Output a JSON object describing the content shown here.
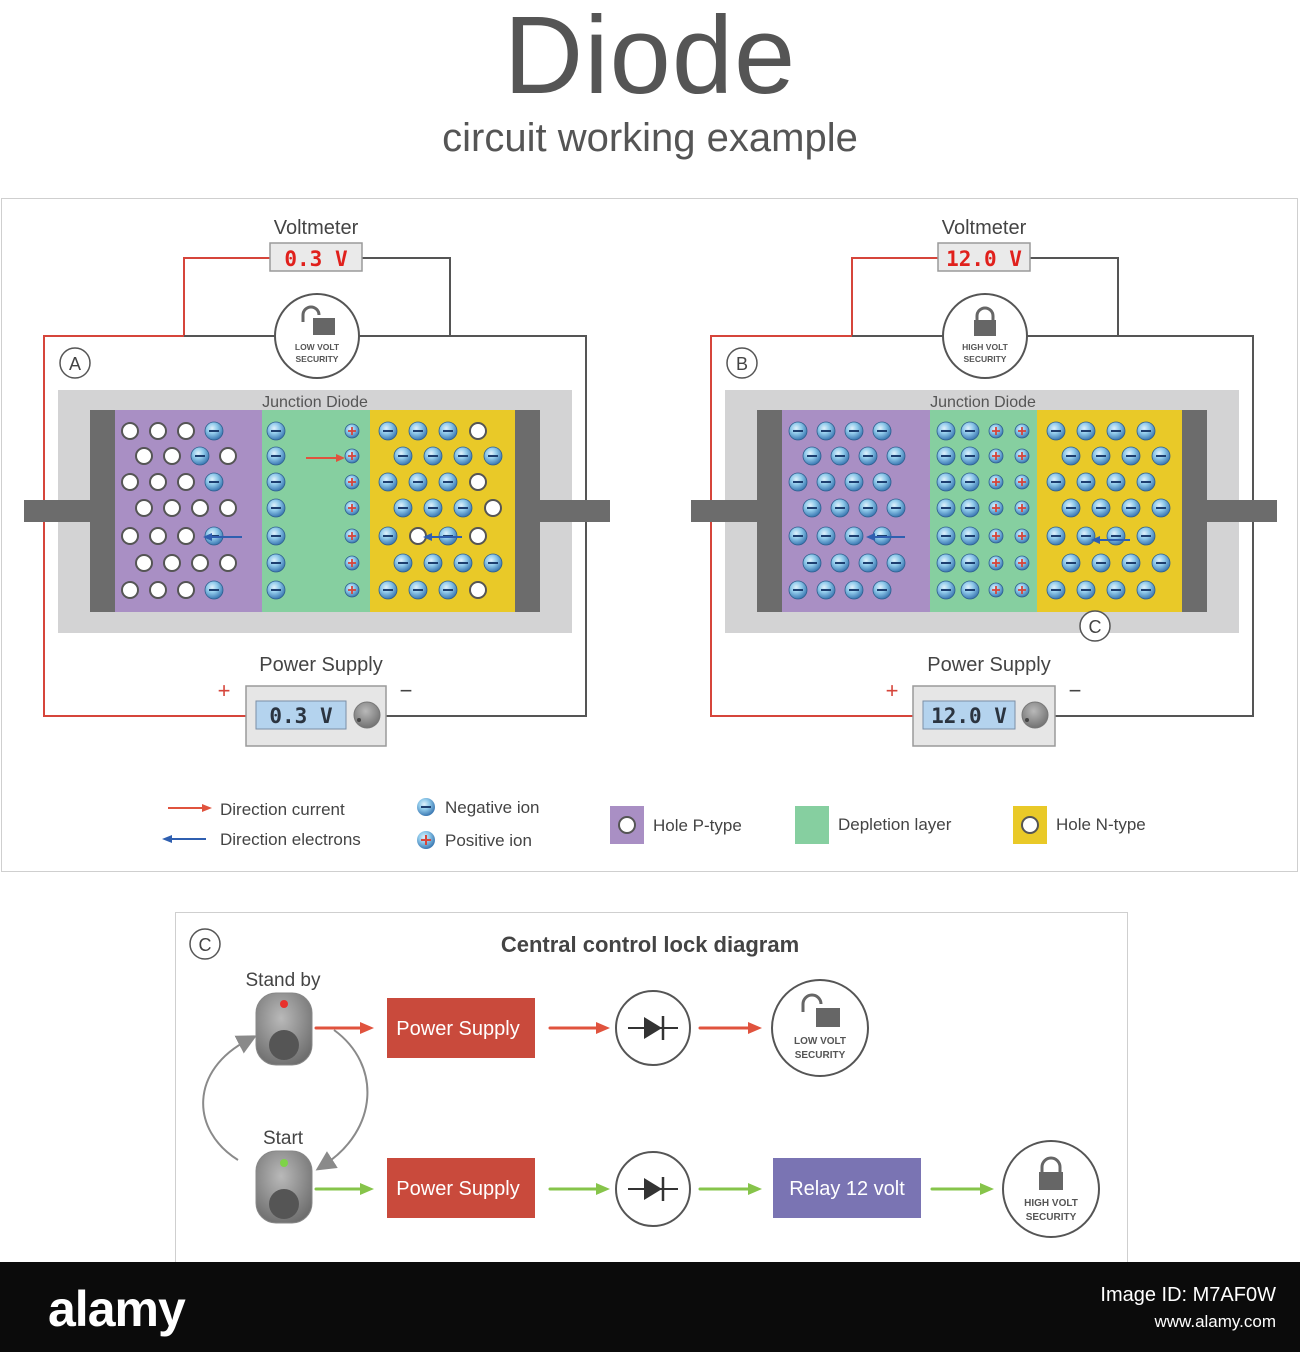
{
  "header": {
    "title": "Diode",
    "subtitle": "circuit working example"
  },
  "circuit_a": {
    "tag": "A",
    "voltmeter_label": "Voltmeter",
    "voltmeter_reading": "0.3 V",
    "lock_line1": "LOW VOLT",
    "lock_line2": "SECURITY",
    "lock_state": "unlocked",
    "diode_label": "Junction Diode",
    "supply_label": "Power Supply",
    "supply_reading": "0.3 V",
    "plus": "+",
    "minus": "−"
  },
  "circuit_b": {
    "tag": "B",
    "voltmeter_label": "Voltmeter",
    "voltmeter_reading": "12.0 V",
    "lock_line1": "HIGH VOLT",
    "lock_line2": "SECURITY",
    "lock_state": "locked",
    "diode_label": "Junction Diode",
    "supply_label": "Power Supply",
    "supply_reading": "12.0 V",
    "plus": "+",
    "minus": "−",
    "callout_tag": "C"
  },
  "legend": {
    "direction_current": "Direction current",
    "direction_electrons": "Direction electrons",
    "negative_ion": "Negative ion",
    "positive_ion": "Positive ion",
    "hole_p": "Hole P-type",
    "depletion": "Depletion layer",
    "hole_n": "Hole N-type"
  },
  "control": {
    "tag": "C",
    "title": "Central control lock diagram",
    "standby_label": "Stand by",
    "start_label": "Start",
    "row1": {
      "supply": "Power Supply",
      "lock_line1": "LOW VOLT",
      "lock_line2": "SECURITY"
    },
    "row2": {
      "supply": "Power Supply",
      "relay": "Relay 12 volt",
      "lock_line1": "HIGH VOLT",
      "lock_line2": "SECURITY"
    }
  },
  "footer": {
    "brand": "alamy",
    "image_id": "Image ID: M7AF0W",
    "url": "www.alamy.com"
  },
  "colors": {
    "p_type": "#a98fc4",
    "depletion": "#86cfa0",
    "n_type": "#e9c928",
    "wire_red": "#d6453b",
    "wire_grey": "#555555",
    "supply_box": "#c94a3c",
    "relay_box": "#7a74b3",
    "arrow_red": "#e0533e",
    "arrow_green": "#86c44a",
    "arrow_blue": "#2f5fb0",
    "led_red": "#e8312c",
    "led_green": "#7ed348"
  }
}
